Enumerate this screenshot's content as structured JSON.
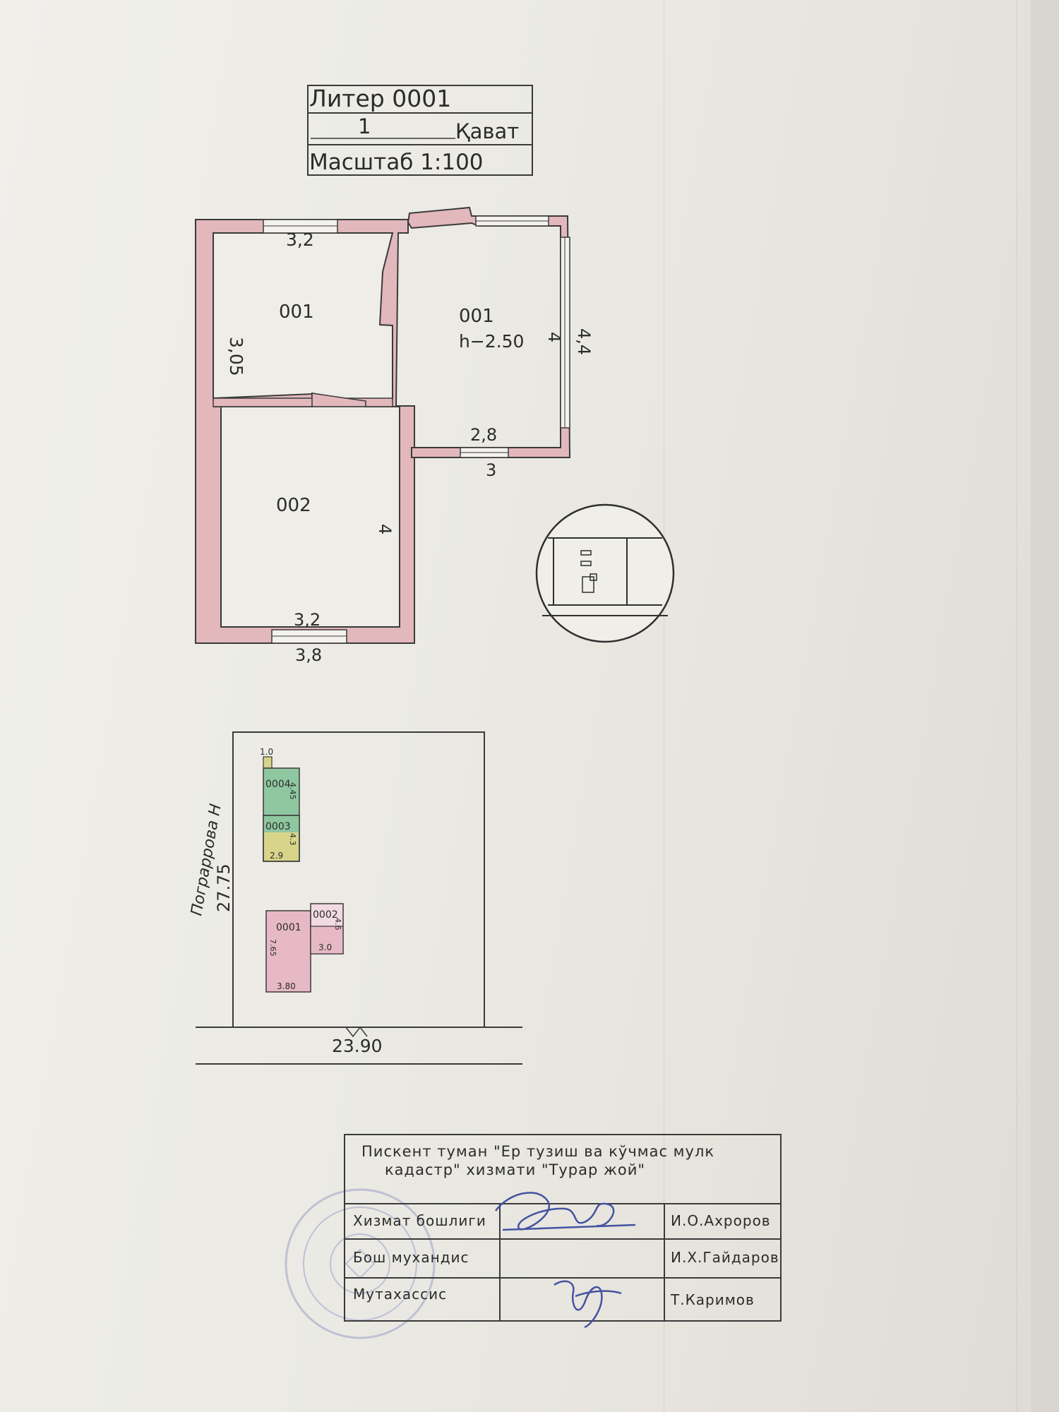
{
  "title_block": {
    "liter": "Литер 0001",
    "floor_number": "1",
    "floor_label": "Қават",
    "scale": "Масштаб 1:100"
  },
  "floor_plan": {
    "room_a_label": "001",
    "room_a_top_dim": "3,2",
    "room_a_left_dim": "3,05",
    "room_b_label": "001",
    "room_b_height": "h−2.50",
    "room_b_inner_right_dim": "4",
    "room_b_outer_right_dim": "4,4",
    "room_b_inner_bottom_dim": "2,8",
    "room_b_outer_bottom_dim": "3",
    "room_c_label": "002",
    "room_c_right_dim": "4",
    "room_c_inner_bottom_dim": "3,2",
    "room_c_outer_bottom_dim": "3,8"
  },
  "site_plan": {
    "street_name": "Пограррова Н",
    "plot_side": "27.75",
    "plot_width": "23.90",
    "buildings": [
      {
        "label": "0004",
        "dim": "4.45"
      },
      {
        "label": "0003",
        "dim": "4.3",
        "width": "2.9"
      },
      {
        "label": "0001",
        "dim": "7.65",
        "width": "3.80"
      },
      {
        "label": "0002",
        "dim": "4.6",
        "width": "3.0"
      }
    ],
    "small_label": "1.0"
  },
  "stamp_block": {
    "header_line1": "Пискент туман \"Ер тузиш ва кўчмас мулк",
    "header_line2": "кадастр\" хизмати \"Турар жой\"",
    "rows": [
      {
        "position": "Хизмат бошлиги",
        "name": "И.О.Ахроров"
      },
      {
        "position": "Бош мухандис",
        "name": "И.Х.Гайдаров"
      },
      {
        "position": "Мутахассис",
        "name": "Т.Каримов"
      }
    ]
  },
  "colors": {
    "wall_fill": "#e2b8bd",
    "line": "#3a3a3a",
    "green_building": "#8fc7a0",
    "yellow_building": "#d8d58a",
    "pink_building": "#e7b9c6",
    "stamp_blue": "#5b6fae"
  }
}
